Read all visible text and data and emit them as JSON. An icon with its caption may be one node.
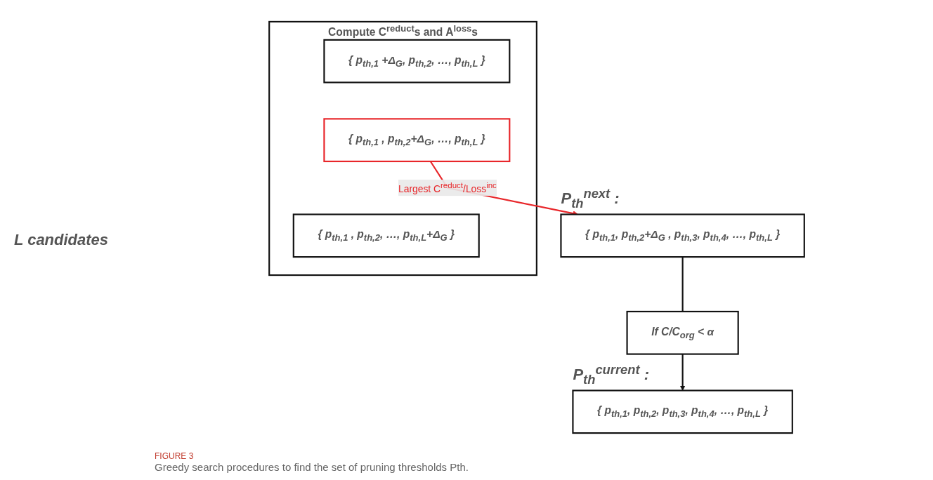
{
  "diagram": {
    "caption": "Greedy search procedures to find the set of pruning thresholds Pth.",
    "nodes": [
      {
        "text": [
          "{ p$_{th,1}$, p$_{th,2}$+Δ$_{G}$ , p$_{th,3}$, p$_{th,4}$, …, p$_{th,L}$ }"
        ],
        "beside": [
          "P$_{th}$$^{next}$ :"
        ]
      },
      {
        "text": [
          "If C/C$_{org}$ < α"
        ]
      },
      {
        "text": [
          "Compute C$^{reduct}$s and A$^{loss}$s"
        ]
      },
      {
        "text": [
          "{ p$_{th,1}$ +Δ$_{G}$, p$_{th,2}$, …, p$_{th,L}$ }"
        ],
        "in": 2
      },
      {
        "text": [
          "{ p$_{th,1}$ , p$_{th,2}$+Δ$_{G}$, …, p$_{th,L}$ }"
        ],
        "in": 2
      },
      {
        "text": [
          "{ p$_{th,1}$ , p$_{th,2}$, …, p$_{th,L}$+Δ$_{G}$ }"
        ],
        "in": 2
      },
      {
        "text": [
          "{ p$_{th,1}$, p$_{th,2}$, p$_{th,3}$, p$_{th,4}$, …, p$_{th,L}$ }"
        ],
        "beside": [
          "P$_{th}$$^{current}$ :"
        ]
      }
    ],
    "edges": [
      {
        "from": 0,
        "to": 1,
        "arrow": "none"
      },
      {
        "from": 1,
        "to": 6,
        "arrow": "to"
      },
      {
        "from": 4,
        "to": 0,
        "arrow": "to",
        "label": "Largest C$^{reduct}$/Loss$^{inc}$",
        "color": "#e8262a"
      }
    ],
    "labels": [
      "L candidates",
      "FIGURE 3"
    ]
  }
}
